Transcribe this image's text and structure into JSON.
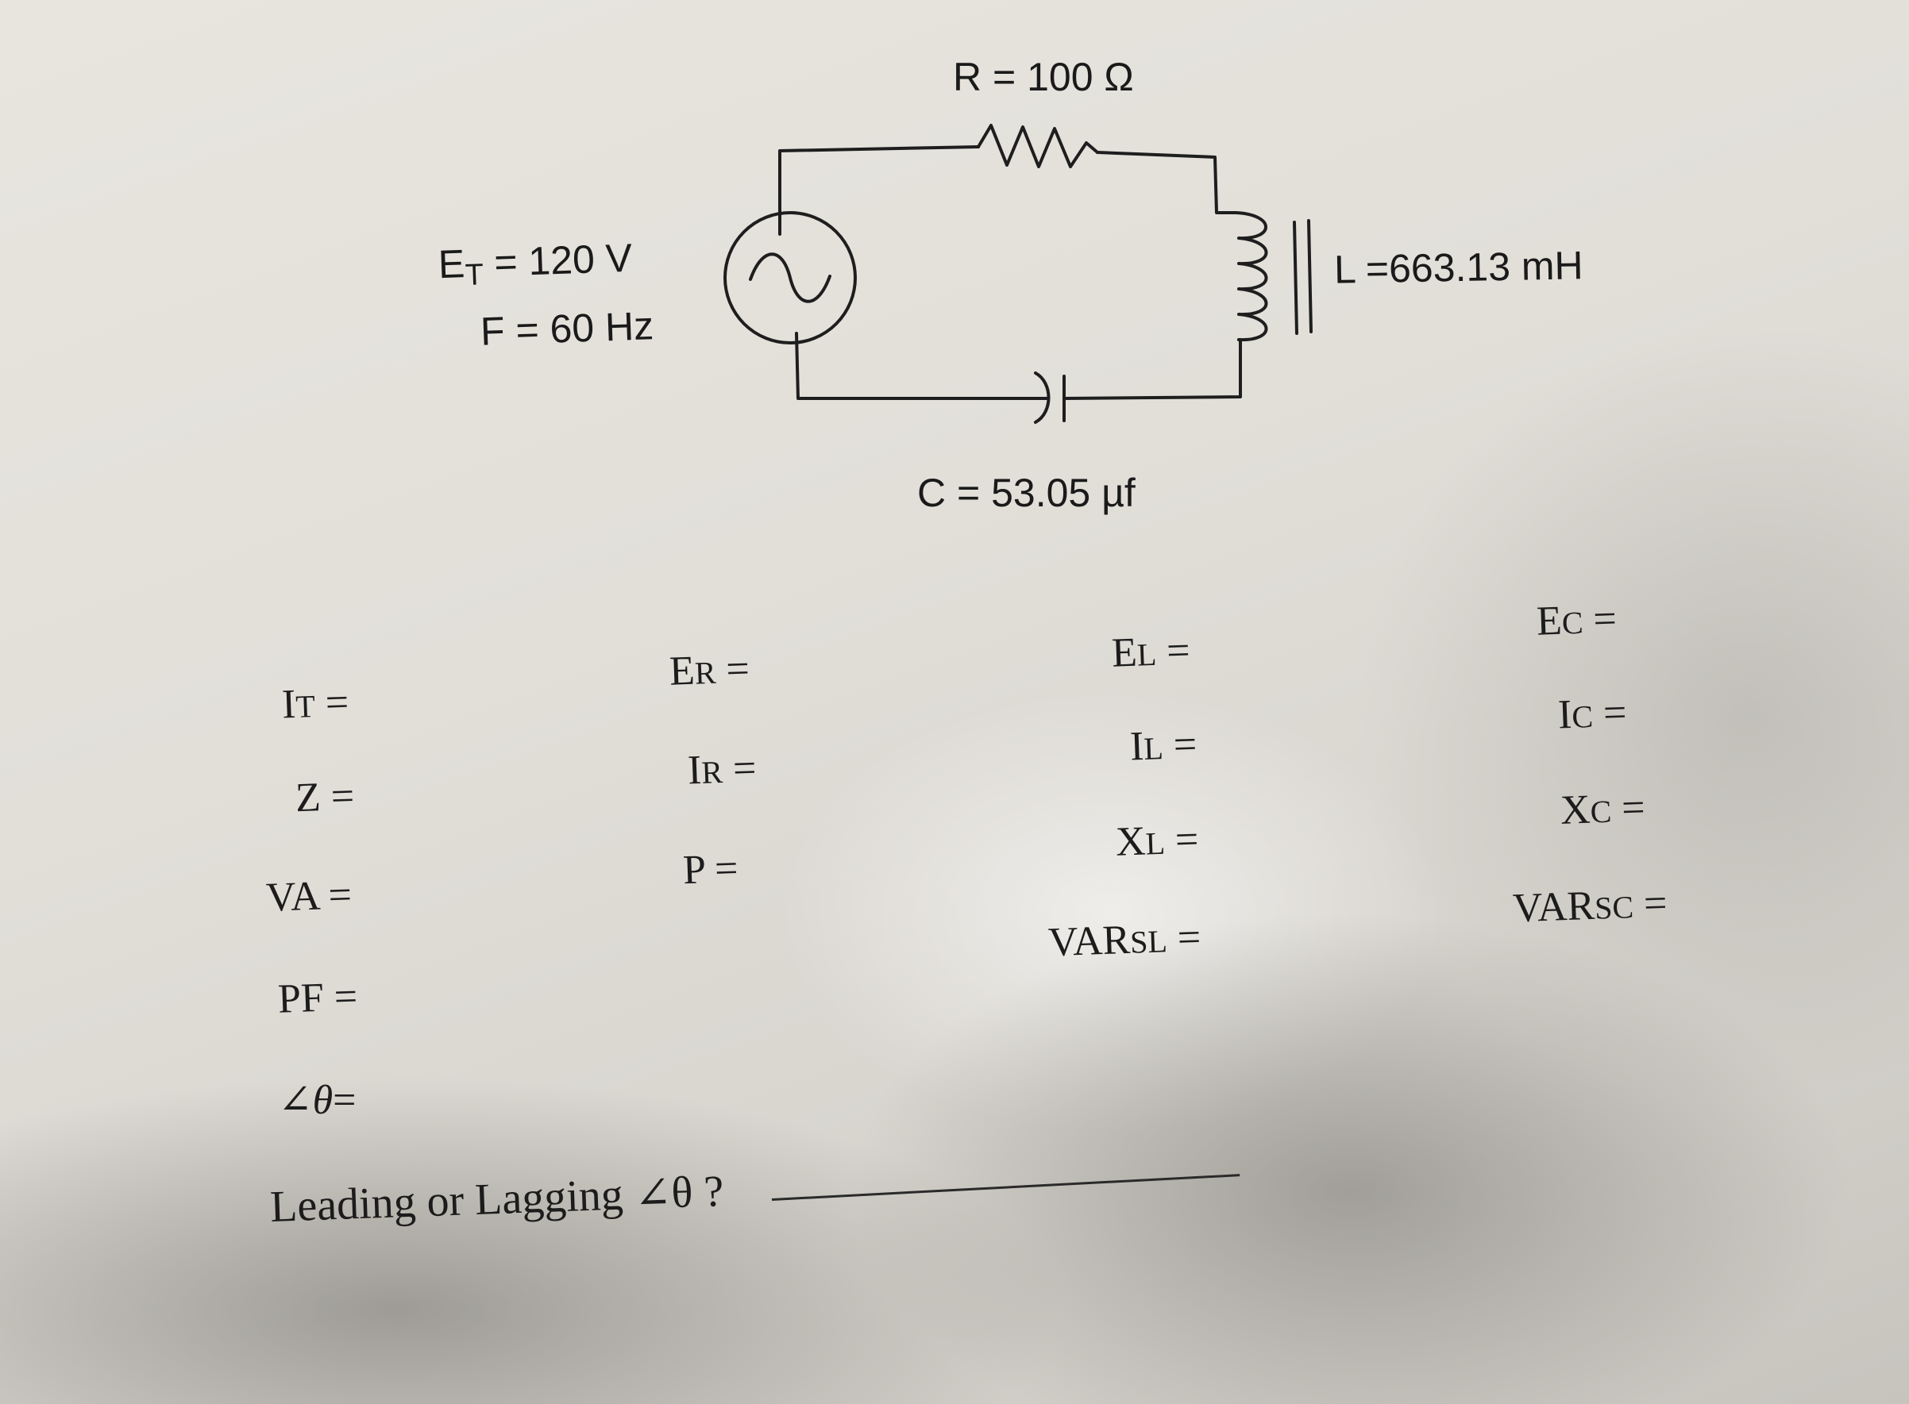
{
  "circuit": {
    "resistor_label": "R = 100 Ω",
    "inductor_label": "L =663.13 mH",
    "capacitor_label": "C = 53.05 µf",
    "source_voltage_label": "E",
    "source_voltage_sub": "T",
    "source_voltage_value": " = 120 V",
    "source_frequency_label": "F = 60 Hz",
    "source_symbol": "~"
  },
  "fields": {
    "it": {
      "main": "I",
      "sub": "T",
      "eq": " ="
    },
    "z": {
      "main": "Z",
      "sub": "",
      "eq": " ="
    },
    "va": {
      "main": "VA",
      "sub": "",
      "eq": " ="
    },
    "pf": {
      "main": "PF",
      "sub": "",
      "eq": " ="
    },
    "theta": {
      "main": "∠θ",
      "sub": "",
      "eq": "="
    },
    "er": {
      "main": "E",
      "sub": "R",
      "eq": " ="
    },
    "ir": {
      "main": "I",
      "sub": "R",
      "eq": " ="
    },
    "p": {
      "main": "P",
      "sub": "",
      "eq": " ="
    },
    "el": {
      "main": "E",
      "sub": "L",
      "eq": " ="
    },
    "il": {
      "main": "I",
      "sub": "L",
      "eq": " ="
    },
    "xl": {
      "main": "X",
      "sub": "L",
      "eq": " ="
    },
    "varsl": {
      "main": "VAR",
      "sub": "SL",
      "eq": " ="
    },
    "ec": {
      "main": "E",
      "sub": "C",
      "eq": " ="
    },
    "ic": {
      "main": "I",
      "sub": "C",
      "eq": " ="
    },
    "xc": {
      "main": "X",
      "sub": "C",
      "eq": " ="
    },
    "varsc": {
      "main": "VAR",
      "sub": "SC",
      "eq": " ="
    }
  },
  "question": {
    "text": "Leading or Lagging ∠θ ?"
  }
}
